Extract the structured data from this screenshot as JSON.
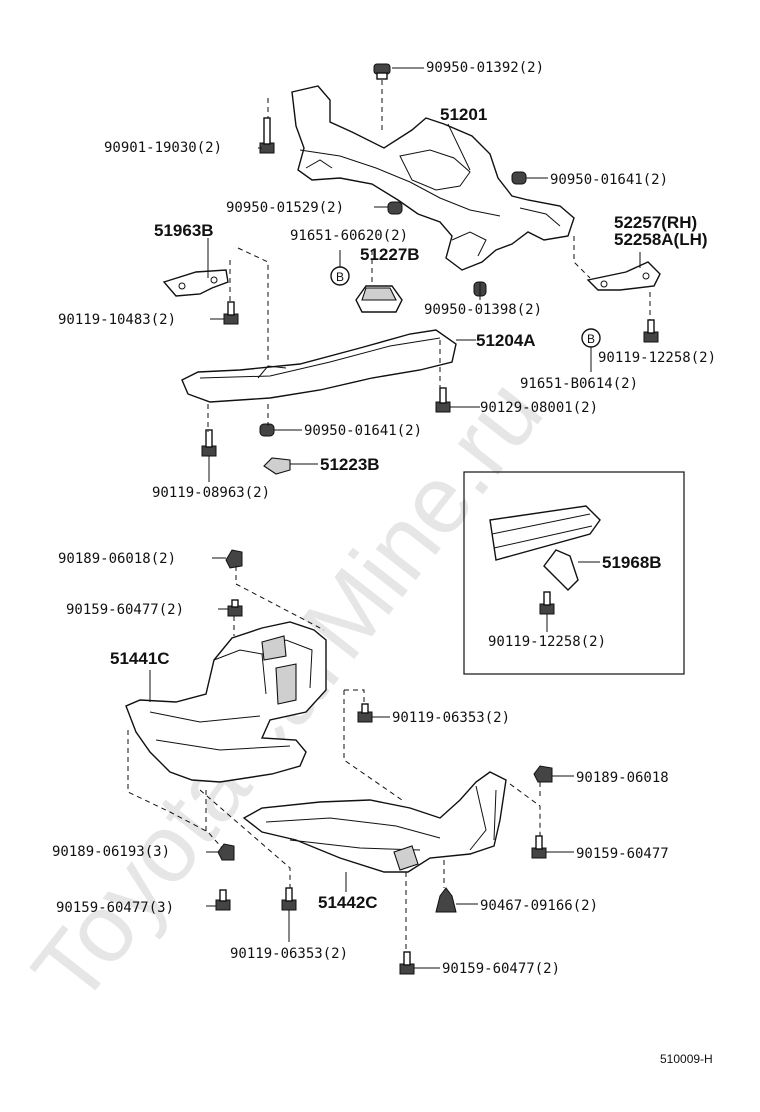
{
  "watermark": "ToyotaCarMine.ru",
  "labels": {
    "p90950_01392": "90950-01392(2)",
    "p51201": "51201",
    "p90901_19030": "90901-19030(2)",
    "p90950_01641a": "90950-01641(2)",
    "p90950_01529": "90950-01529(2)",
    "p51963B": "51963B",
    "p91651_60620": "91651-60620(2)",
    "p52257_rh": "52257(RH)",
    "p52258A_lh": "52258A(LH)",
    "p51227B": "51227B",
    "p90950_01398": "90950-01398(2)",
    "p90119_10483": "90119-10483(2)",
    "p51204A": "51204A",
    "p90119_12258a": "90119-12258(2)",
    "p91651_B0614": "91651-B0614(2)",
    "p90129_08001": "90129-08001(2)",
    "p90950_01641b": "90950-01641(2)",
    "p51223B": "51223B",
    "p90119_08963": "90119-08963(2)",
    "p51968B": "51968B",
    "p90119_12258b": "90119-12258(2)",
    "p90189_06018a": "90189-06018(2)",
    "p90159_60477a": "90159-60477(2)",
    "p51441C": "51441C",
    "p90119_06353a": "90119-06353(2)",
    "p90189_06018b": "90189-06018",
    "p90159_60477b": "90159-60477",
    "p90189_06193": "90189-06193(3)",
    "p90159_60477c": "90159-60477(3)",
    "p51442C": "51442C",
    "p90467_09166": "90467-09166(2)",
    "p90119_06353b": "90119-06353(2)",
    "p90159_60477d": "90159-60477(2)"
  },
  "callout_letter": "B",
  "diagram_ref": "510009-H"
}
